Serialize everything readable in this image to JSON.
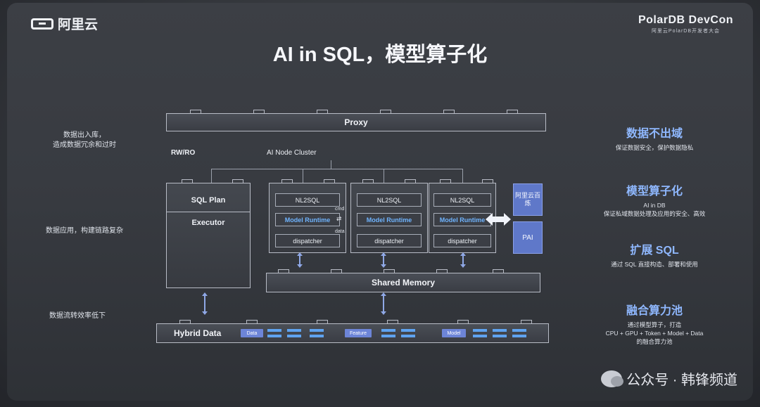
{
  "header": {
    "logo_text": "阿里云",
    "brand_name": "PolarDB DevCon",
    "brand_sub": "阿里云PolarDB开发者大会"
  },
  "title": "AI in SQL，模型算子化",
  "left_notes": [
    {
      "line1": "数据出入库，",
      "line2": "造成数据冗余和过时"
    },
    {
      "line1": "数据应用，构建链路复杂",
      "line2": ""
    },
    {
      "line1": "数据流转效率低下",
      "line2": ""
    }
  ],
  "right_features": [
    {
      "heading": "数据不出域",
      "desc1": "保证数据安全，保护数据隐私",
      "desc2": "",
      "desc3": ""
    },
    {
      "heading": "模型算子化",
      "desc1": "AI in DB",
      "desc2": "保证私域数据处理及应用的安全、高效",
      "desc3": ""
    },
    {
      "heading": "扩展 SQL",
      "desc1": "通过 SQL 直接构造、部署和使用",
      "desc2": "",
      "desc3": ""
    },
    {
      "heading": "融合算力池",
      "desc1": "通过模型算子，打造",
      "desc2": "CPU + GPU + Token + Model + Data",
      "desc3": "的融合算力池"
    }
  ],
  "diagram": {
    "proxy": "Proxy",
    "rw_ro": "RW/RO",
    "ai_node_cluster": "AI Node Cluster",
    "sql_plan": "SQL Plan",
    "executor": "Executor",
    "nodes": [
      {
        "nl2sql": "NL2SQL",
        "runtime": "Model Runtime",
        "dispatcher": "dispatcher"
      },
      {
        "nl2sql": "NL2SQL",
        "runtime": "Model Runtime",
        "dispatcher": "dispatcher"
      },
      {
        "nl2sql": "NL2SQL",
        "runtime": "Model Runtime",
        "dispatcher": "dispatcher"
      }
    ],
    "cmd": "cmd",
    "data": "data",
    "bailian": "阿里云百炼",
    "pai": "PAI",
    "shared_memory": "Shared Memory",
    "hybrid_data": "Hybrid Data",
    "chips": [
      "Data",
      "Feature",
      "Model"
    ]
  },
  "watermark": "公众号 · 韩锋频道",
  "colors": {
    "accent": "#8fb8ff",
    "runtime": "#6fb4ff",
    "service": "#5f78c9"
  }
}
